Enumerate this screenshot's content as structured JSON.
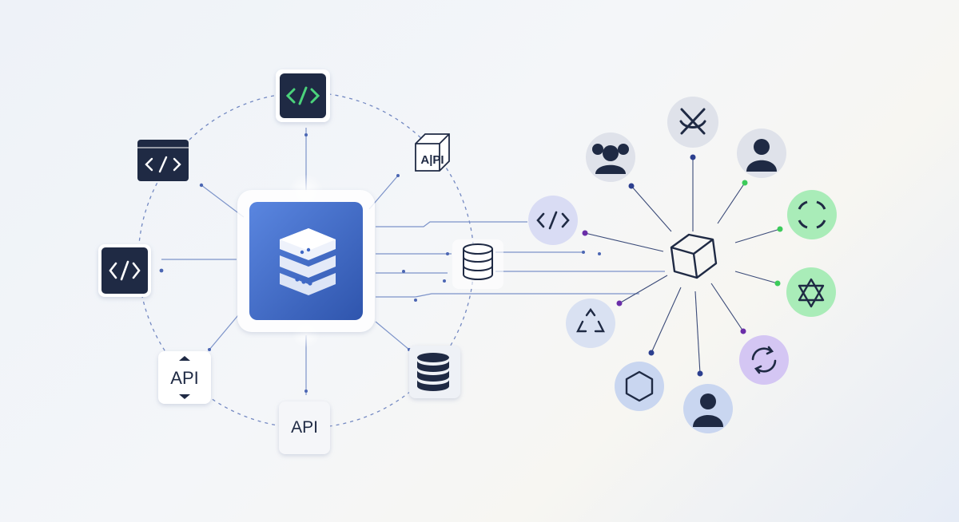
{
  "labels": {
    "api_small": "A|PI",
    "api_framed": "API",
    "api_bottom": "API"
  },
  "colors": {
    "hub_blue": "#3f68c6",
    "dark_navy": "#1f2a44",
    "code_green": "#4bd37b",
    "node_gray": "#dfe2ea",
    "node_lavender": "#d9dcf4",
    "node_green": "#a9ecb8",
    "node_purple": "#d4c6f3",
    "node_blue": "#c9d6f0",
    "dot_navy": "#2c3f8f",
    "dot_purple": "#6a2ea8",
    "dot_green": "#3ccb5a"
  },
  "icons": {
    "hub": "server-stack-icon",
    "left_cluster": [
      "code-icon",
      "code-window-icon",
      "api-cube-icon",
      "code-icon",
      "database-icon",
      "api-framed-icon",
      "api-text-icon",
      "database-solid-icon"
    ],
    "right_cluster_center": "cube-icon",
    "right_cluster_nodes": [
      "users-icon",
      "crossed-icon",
      "user-icon",
      "code-icon",
      "refresh-icon",
      "star-of-david-icon",
      "triangle-icon",
      "hexagon-icon",
      "user-icon",
      "refresh-icon"
    ]
  }
}
